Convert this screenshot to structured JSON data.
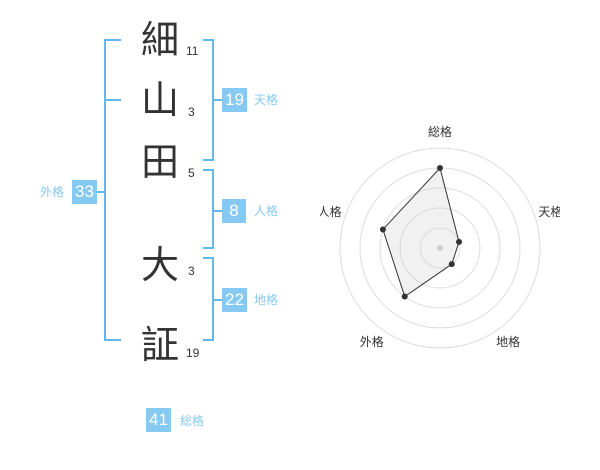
{
  "colors": {
    "accent": "#86c9f2",
    "line": "#62b8ee",
    "text": "#333333"
  },
  "name": {
    "chars": [
      {
        "char": "細",
        "strokes": "11"
      },
      {
        "char": "山",
        "strokes": "3"
      },
      {
        "char": "田",
        "strokes": "5"
      },
      {
        "char": "大",
        "strokes": "3"
      },
      {
        "char": "証",
        "strokes": "19"
      }
    ]
  },
  "kaku": {
    "tenkaku": {
      "value": "19",
      "label": "天格"
    },
    "jinkaku": {
      "value": "8",
      "label": "人格"
    },
    "chikaku": {
      "value": "22",
      "label": "地格"
    },
    "gaikaku": {
      "value": "33",
      "label": "外格"
    },
    "soukaku": {
      "value": "41",
      "label": "総格"
    }
  },
  "chart_data": {
    "type": "radar",
    "axes": [
      "総格",
      "天格",
      "地格",
      "外格",
      "人格"
    ],
    "values": [
      4,
      1,
      1,
      3,
      3
    ],
    "max": 5,
    "rings": 5,
    "grid": true
  }
}
